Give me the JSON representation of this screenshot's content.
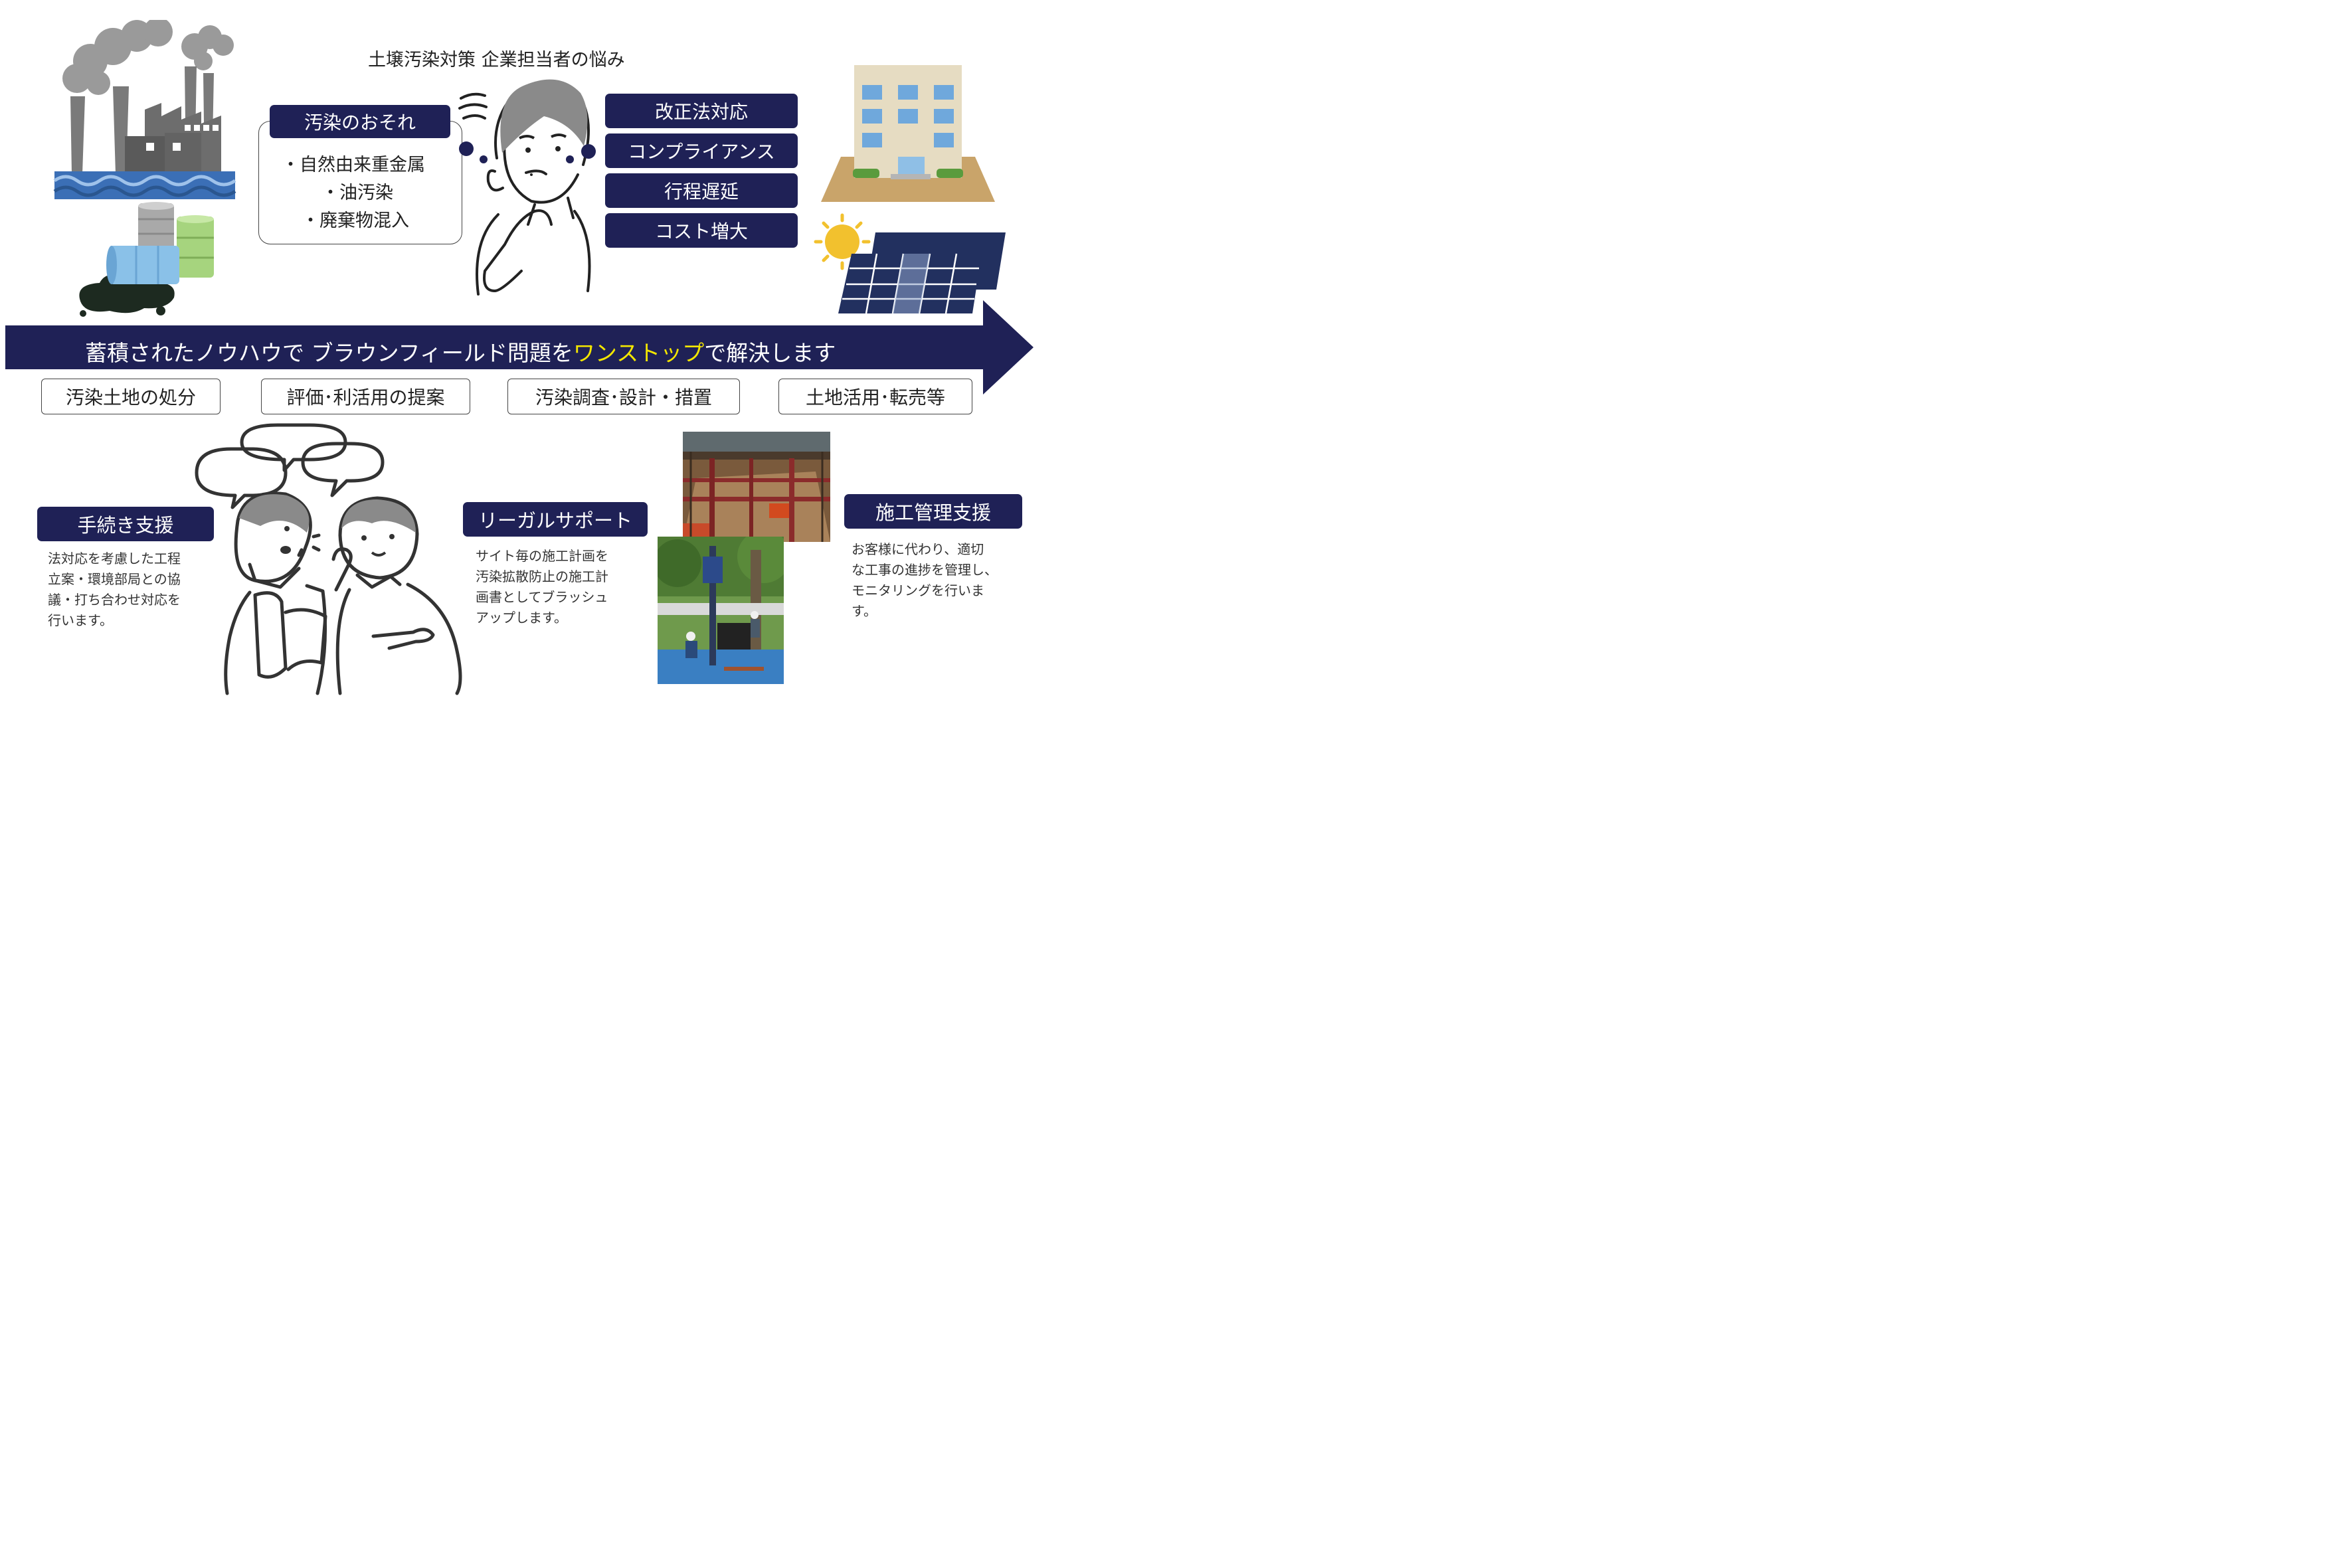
{
  "title": "土壌汚染対策 企業担当者の悩み",
  "concern": {
    "header": "汚染のおそれ",
    "items": [
      "・自然由来重金属",
      "・油汚染",
      "・廃棄物混入"
    ]
  },
  "issues": [
    "改正法対応",
    "コンプライアンス",
    "行程遅延",
    "コスト増大"
  ],
  "banner": {
    "before": "蓄積されたノウハウで ブラウンフィールド問題を",
    "highlight": "ワンストップ",
    "after": "で解決します",
    "highlight_color": "#f3e600"
  },
  "services": [
    "汚染土地の処分",
    "評価･利活用の提案",
    "汚染調査･設計・措置",
    "土地活用･転売等"
  ],
  "supports": [
    {
      "label": "手続き支援",
      "desc": "法対応を考慮した工程\n立案・環境部局との協\n議・打ち合わせ対応を\n行います。"
    },
    {
      "label": "リーガルサポート",
      "desc": "サイト毎の施工計画を\n汚染拡散防止の施工計\n画書としてブラッシュ\nアップします。"
    },
    {
      "label": "施工管理支援",
      "desc": "お客様に代わり、適切\nな工事の進捗を管理し、\nモニタリングを行いま\nす。"
    }
  ],
  "colors": {
    "navy": "#1f2156",
    "highlight": "#f3e600",
    "sun": "#f2c12e",
    "panel": "#22305f"
  },
  "icons": [
    "factory-icon",
    "drums-icon",
    "worried-man-icon",
    "building-icon",
    "solar-panel-icon",
    "talking-people-icon",
    "excavation-photo",
    "drilling-photo"
  ]
}
